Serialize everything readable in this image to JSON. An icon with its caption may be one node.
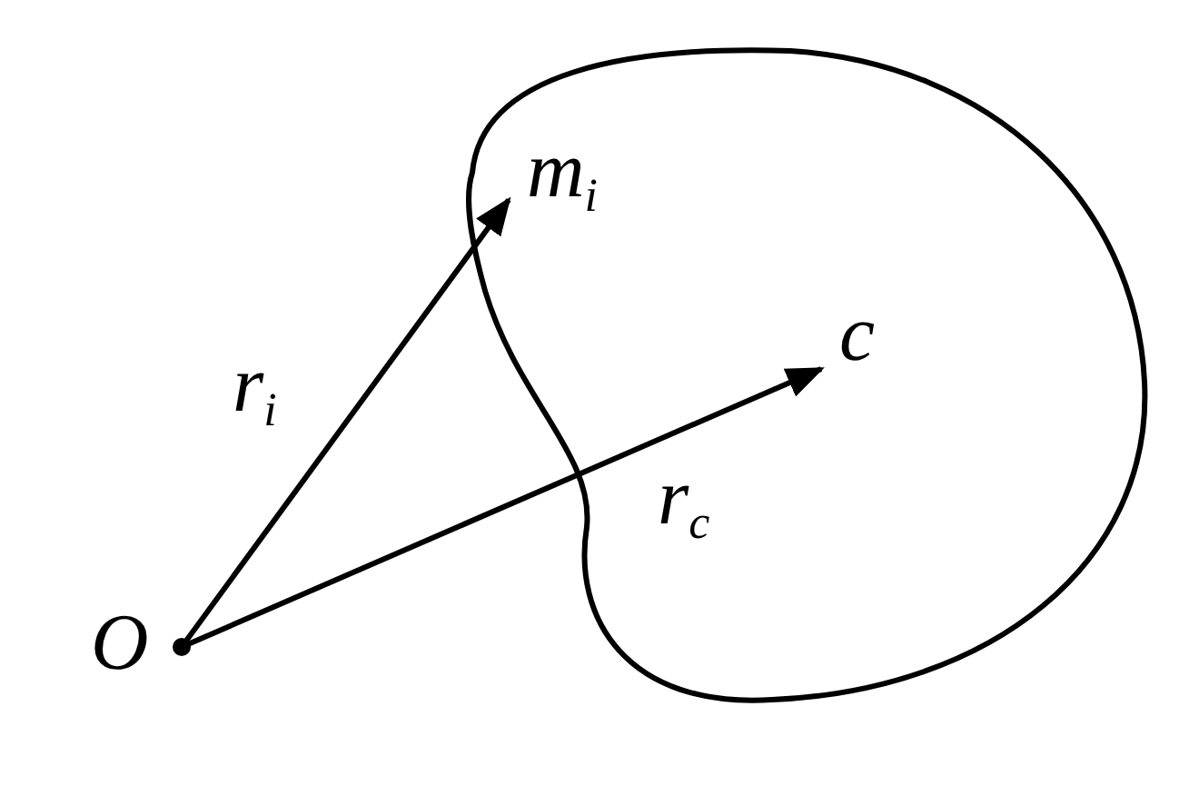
{
  "diagram": {
    "nodes": [
      {
        "text": [],
        "shape": "blob"
      },
      {
        "text": [
          "O"
        ]
      },
      {
        "text": [
          "m$_{i}$"
        ],
        "in": 0
      },
      {
        "text": [
          "c"
        ],
        "in": 0
      }
    ],
    "edges": [
      {
        "from": 1,
        "to": 2,
        "arrow": "to",
        "label": "r$_{i}$"
      },
      {
        "from": 1,
        "to": 3,
        "arrow": "to",
        "label": "r$_{c}$"
      }
    ]
  }
}
